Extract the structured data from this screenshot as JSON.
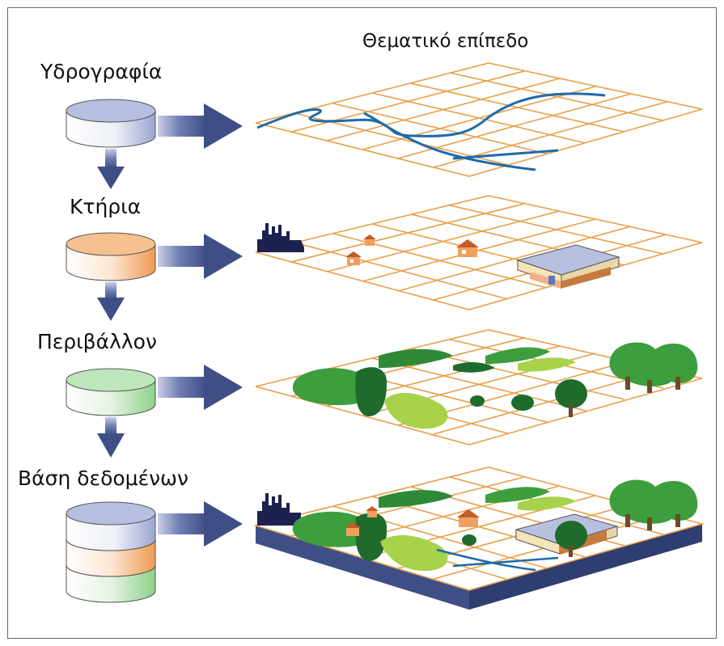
{
  "title": "Θεματικό επίπεδο",
  "layers": [
    {
      "label": "Υδρογραφία",
      "color": "#b6bfe0"
    },
    {
      "label": "Κτήρια",
      "color": "#f2a66a"
    },
    {
      "label": "Περιβάλλον",
      "color": "#9fd79a"
    },
    {
      "label": "Βάση δεδομένων",
      "color": "#b6bfe0"
    }
  ],
  "colors": {
    "grid": "#e8a04c",
    "arrow": "#3f4f86",
    "water": "#1e6aa8",
    "tree_dark": "#1f6b2c",
    "tree_mid": "#3c9e3c",
    "tree_light": "#a8d24a",
    "base": "#3f4f86"
  }
}
